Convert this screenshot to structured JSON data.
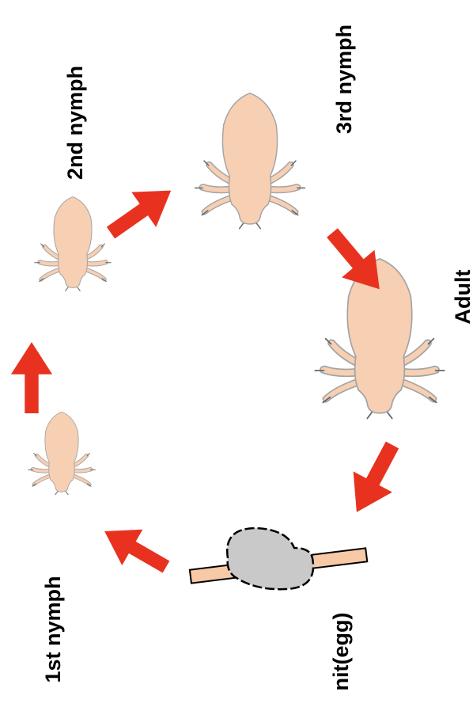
{
  "labels": {
    "first_nymph": "1st nymph",
    "second_nymph": "2nd nymph",
    "third_nymph": "3rd nymph",
    "adult": "Adult",
    "nit": "nit(egg)"
  },
  "colors": {
    "arrow": "#e8321f",
    "louse_body": "#f7cfb3",
    "nit_egg": "#c9c9c9",
    "hair_strand": "#f7c9a6",
    "label_text": "#000000"
  }
}
